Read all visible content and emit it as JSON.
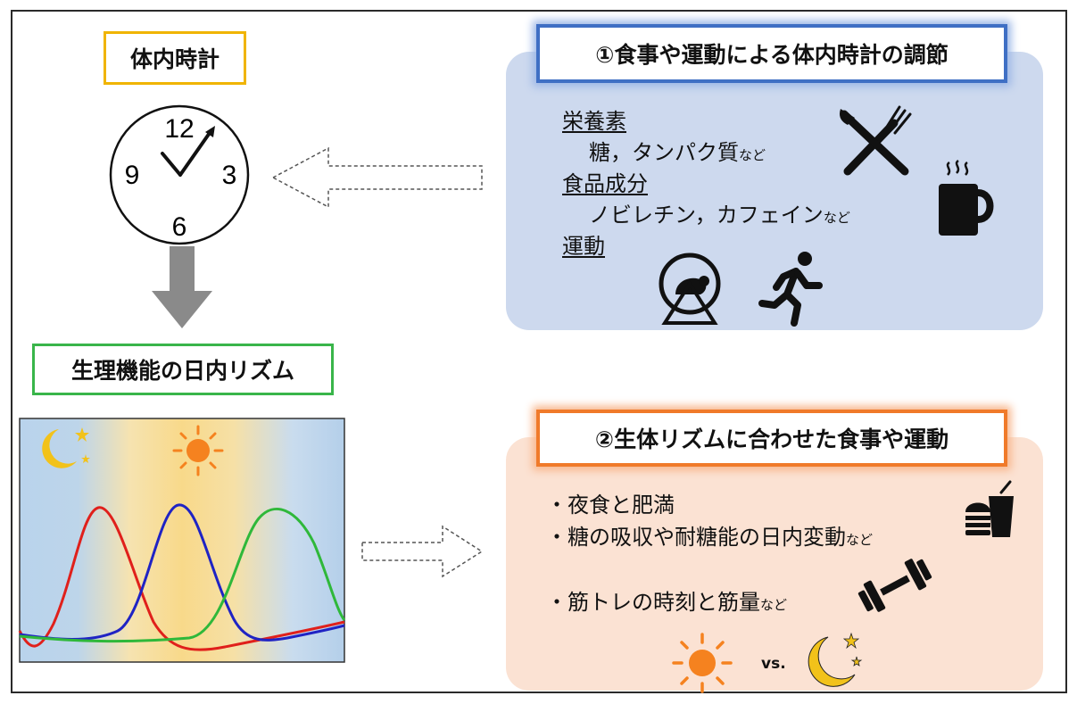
{
  "clock": {
    "title": "体内時計",
    "numerals": {
      "top": "12",
      "left": "9",
      "right": "3",
      "bottom": "6"
    }
  },
  "rhythm": {
    "title": "生理機能の日内リズム"
  },
  "panel1": {
    "title": "①食事や運動による体内時計の調節",
    "nutrients_header": "栄養素",
    "nutrients_items": "糖，タンパク質",
    "nutrients_suffix": "など",
    "food_header": "食品成分",
    "food_items": "ノビレチン，カフェイン",
    "food_suffix": "など",
    "exercise_header": "運動",
    "icons": [
      "fork-knife-icon",
      "coffee-mug-icon",
      "hamster-wheel-icon",
      "running-person-icon"
    ]
  },
  "panel2": {
    "title": "②生体リズムに合わせた食事や運動",
    "bullet1": "・夜食と肥満",
    "bullet2": "・糖の吸収や耐糖能の日内変動",
    "bullet2_suffix": "など",
    "bullet3": "・筋トレの時刻と筋量",
    "bullet3_suffix": "など",
    "vs_label": "vs.",
    "icons": [
      "burger-drink-icon",
      "dumbbell-icon",
      "sun-icon",
      "moon-icon"
    ]
  },
  "colors": {
    "clock_title_border": "#f0b400",
    "rhythm_title_border": "#39b54a",
    "panel1_bg": "#cdd9ee",
    "panel1_border": "#3f6fc4",
    "panel2_bg": "#fbe2d3",
    "panel2_border": "#f07a2a",
    "curve_red": "#e0201b",
    "curve_blue": "#1f23c4",
    "curve_green": "#2fb83a",
    "sun": "#f5821f",
    "moon": "#f2c21a"
  }
}
